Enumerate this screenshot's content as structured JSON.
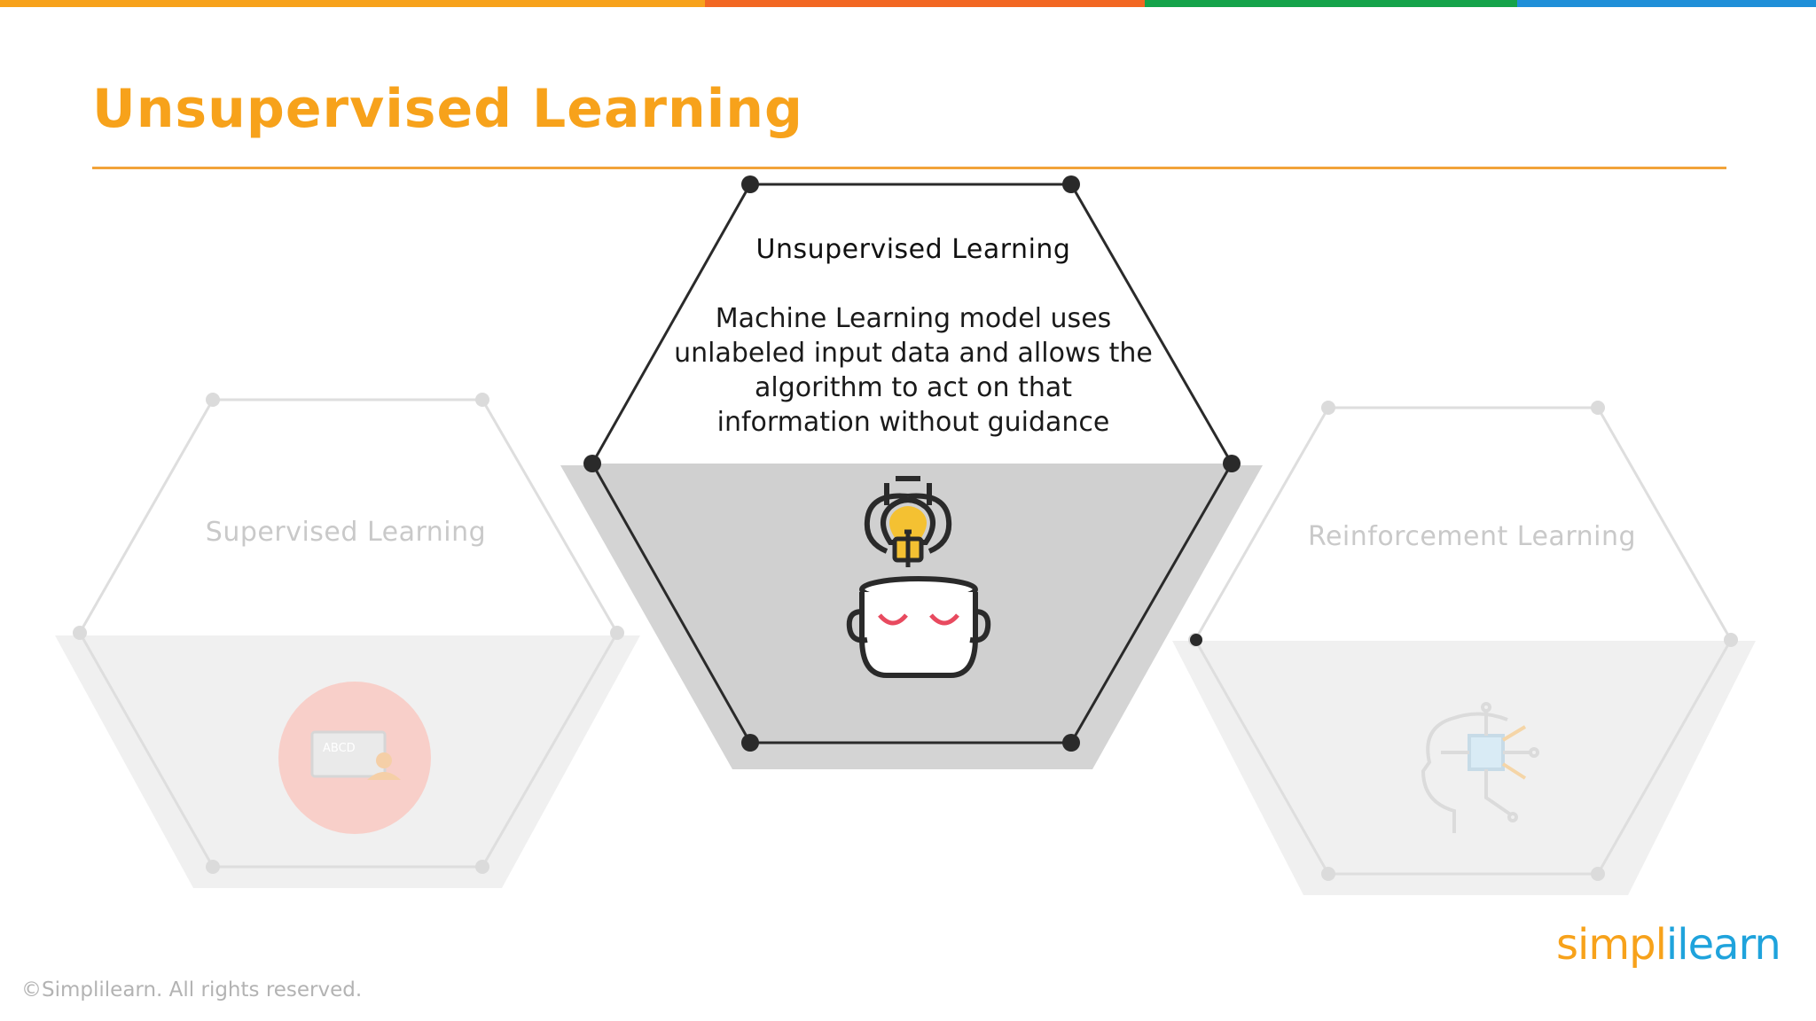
{
  "slide": {
    "title": "Unsupervised Learning"
  },
  "colors": {
    "title": "#f7a21b",
    "topbar": [
      "#f7a21b",
      "#f26722",
      "#15a34a",
      "#1f8fd8"
    ],
    "rule": "#f2a33a",
    "hex_active_stroke": "#2a2a2a",
    "hex_inactive_stroke": "#d5d5d5",
    "hex_fill_gray": "#d4d4d4"
  },
  "hexagons": {
    "center": {
      "title": "Unsupervised Learning",
      "description": "Machine Learning model uses unlabeled input data and allows the algorithm to act on that information without guidance",
      "icon": "head-lightbulb-icon"
    },
    "left": {
      "label": "Supervised Learning",
      "icon": "teacher-board-icon",
      "icon_text": "ABCD"
    },
    "right": {
      "label": "Reinforcement Learning",
      "icon": "brain-circuit-icon"
    }
  },
  "footer": {
    "copyright": "©Simplilearn. All rights reserved.",
    "logo_part1": "simpl",
    "logo_part2": "ilearn"
  }
}
